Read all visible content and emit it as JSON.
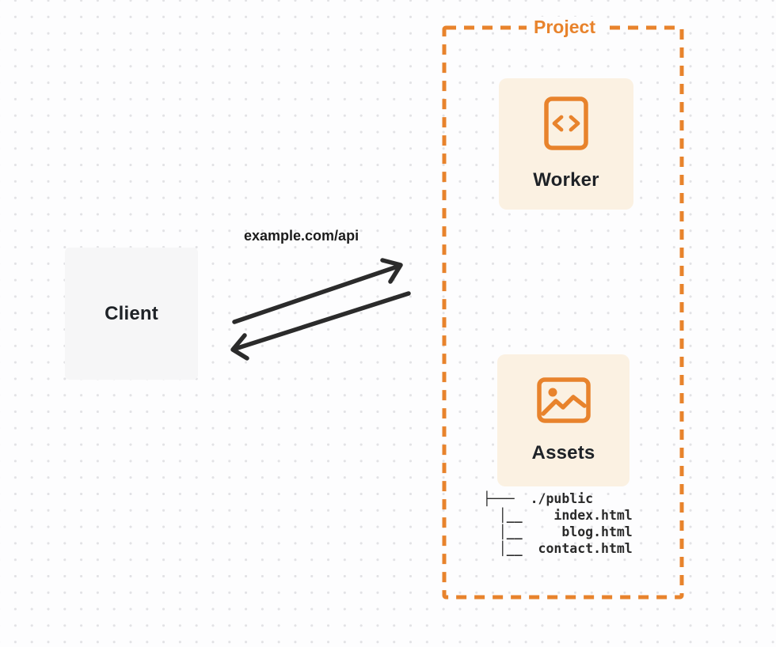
{
  "client": {
    "label": "Client"
  },
  "request": {
    "url_label": "example.com/api"
  },
  "project": {
    "label": "Project",
    "worker": {
      "label": "Worker",
      "icon": "code-file-icon"
    },
    "assets": {
      "label": "Assets",
      "icon": "image-icon"
    },
    "file_tree": {
      "root": "./public",
      "files": [
        "index.html",
        "blog.html",
        "contact.html"
      ],
      "text": "├───  ./public\n  │__    index.html\n  │__     blog.html\n  │__  contact.html"
    }
  },
  "colors": {
    "accent_orange": "#E8832C",
    "card_fill": "#FBF1E2",
    "client_fill": "#F6F6F7",
    "arrow_dark": "#2B2B2B",
    "text_dark": "#1E2227",
    "dot_grid": "#E2E2E5"
  }
}
